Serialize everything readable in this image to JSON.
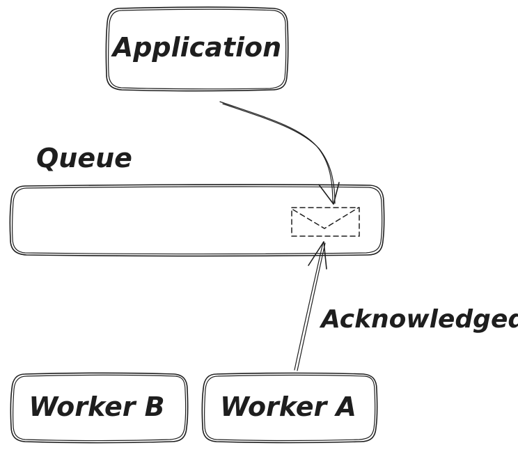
{
  "nodes": {
    "application": "Application",
    "queue": "Queue",
    "worker_a": "Worker A",
    "worker_b": "Worker B"
  },
  "edges": {
    "ack_label": "Acknowledged"
  },
  "colors": {
    "stroke": "#1e1e1e",
    "background": "#ffffff"
  }
}
